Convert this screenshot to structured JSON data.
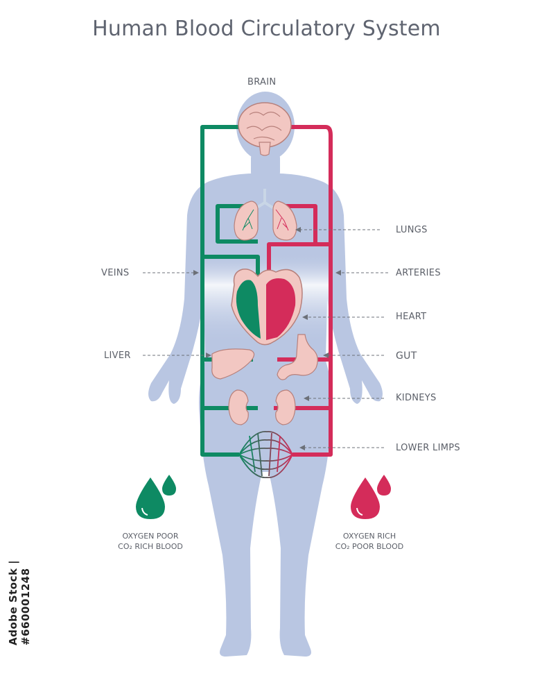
{
  "title": "Human Blood Circulatory System",
  "labels": {
    "brain": "BRAIN",
    "lungs": "LUNGS",
    "veins": "VEINS",
    "arteries": "ARTERIES",
    "heart": "HEART",
    "liver": "LIVER",
    "gut": "GUT",
    "kidneys": "KIDNEYS",
    "lower_limbs": "LOWER LIMPS"
  },
  "legend": {
    "poor": {
      "line1": "OXYGEN POOR",
      "line2": "CO₂ RICH BLOOD"
    },
    "rich": {
      "line1": "OXYGEN RICH",
      "line2": "CO₂ POOR BLOOD"
    }
  },
  "watermark": "Adobe Stock | #660001248",
  "colors": {
    "vein": "#0e8a63",
    "artery": "#d42c5a",
    "body": "#b9c6e2",
    "organ": "#f2c7c2",
    "text": "#5b5f68"
  }
}
